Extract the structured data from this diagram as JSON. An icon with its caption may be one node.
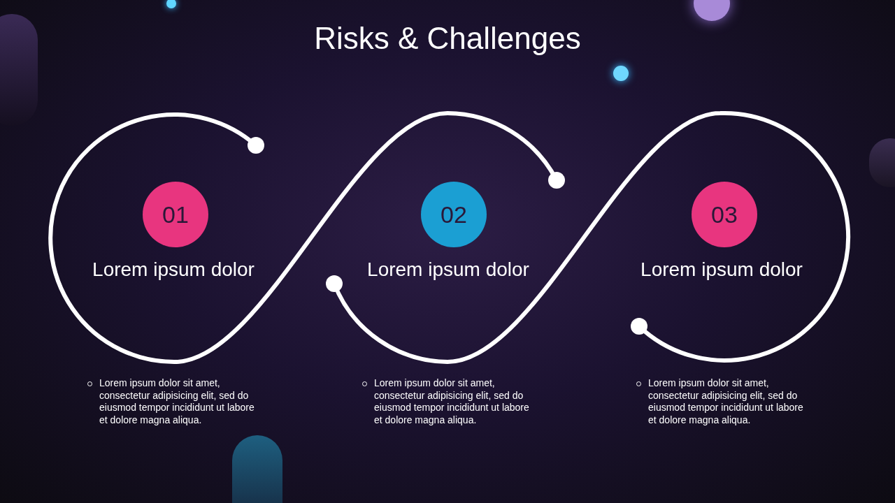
{
  "diagram": {
    "title": "Risks & Challenges",
    "nodes": [
      {
        "text": [
          "01"
        ],
        "beside": [
          "Lorem ipsum dolor"
        ]
      },
      {
        "text": [
          "02"
        ],
        "beside": [
          "Lorem ipsum dolor"
        ]
      },
      {
        "text": [
          "03"
        ],
        "beside": [
          "Lorem ipsum dolor"
        ]
      }
    ],
    "edges": [],
    "labels": [
      "Lorem ipsum dolor sit amet, consectetur adipisicing elit, sed do eiusmod tempor incididunt ut labore et dolore magna aliqua.",
      "Lorem ipsum dolor sit amet, consectetur adipisicing elit, sed do eiusmod tempor incididunt ut labore et dolore magna aliqua.",
      "Lorem ipsum dolor sit amet, consectetur adipisicing elit, sed do eiusmod tempor incididunt ut labore et dolore magna aliqua."
    ]
  }
}
